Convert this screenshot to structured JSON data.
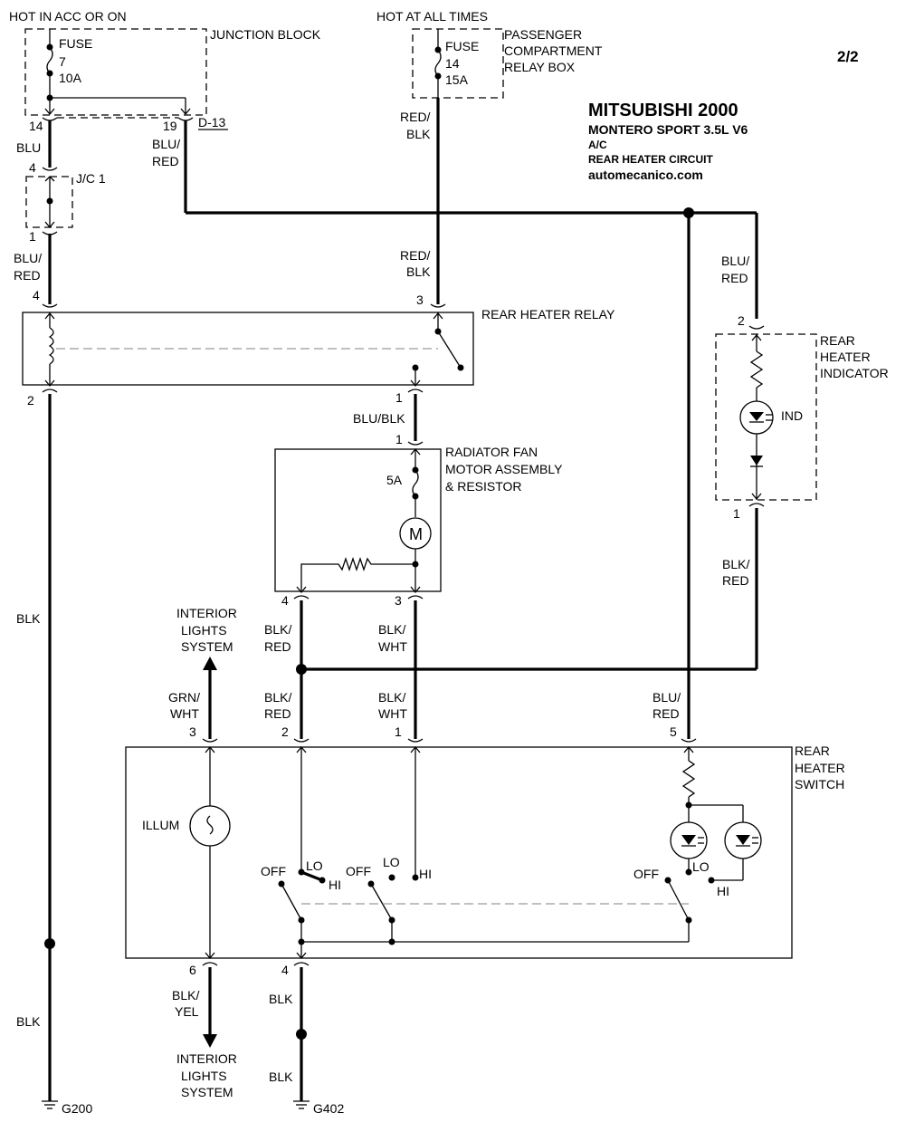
{
  "page_number": "2/2",
  "header": {
    "make_year": "MITSUBISHI 2000",
    "model": "MONTERO SPORT  3.5L  V6",
    "system": "A/C",
    "circuit": "REAR HEATER CIRCUIT",
    "website": "automecanico.com"
  },
  "power": {
    "acc_label": "HOT IN ACC OR ON",
    "always_label": "HOT AT ALL TIMES"
  },
  "junction_block": {
    "name": "JUNCTION BLOCK",
    "fuse_word": "FUSE",
    "fuse_number": "7",
    "fuse_rating": "10A",
    "pin_left": "14",
    "pin_right": "19",
    "connector": "D-13"
  },
  "relay_box": {
    "name_line1": "PASSENGER",
    "name_line2": "COMPARTMENT",
    "name_line3": "RELAY BOX",
    "fuse_word": "FUSE",
    "fuse_number": "14",
    "fuse_rating": "15A"
  },
  "jc1": {
    "name": "J/C 1",
    "pin_top": "4",
    "pin_bottom": "1"
  },
  "rear_heater_relay": {
    "name": "REAR HEATER RELAY",
    "pin_coil_in": "4",
    "pin_switch_in": "3",
    "pin_coil_out": "2",
    "pin_switch_out": "1"
  },
  "radiator_fan": {
    "name_line1": "RADIATOR FAN",
    "name_line2": "MOTOR ASSEMBLY",
    "name_line3": "& RESISTOR",
    "fuse_rating": "5A",
    "motor_symbol": "M",
    "pin_in": "1",
    "pin_left": "4",
    "pin_right": "3"
  },
  "rear_heater_indicator": {
    "name_line1": "REAR",
    "name_line2": "HEATER",
    "name_line3": "INDICATOR",
    "lamp_label": "IND",
    "pin_top": "2",
    "pin_bottom": "1"
  },
  "rear_heater_switch": {
    "name_line1": "REAR",
    "name_line2": "HEATER",
    "name_line3": "SWITCH",
    "illum_label": "ILLUM",
    "pin_3": "3",
    "pin_2": "2",
    "pin_1": "1",
    "pin_5": "5",
    "pin_6": "6",
    "pin_4": "4",
    "off": "OFF",
    "lo": "LO",
    "hi": "HI"
  },
  "interior_lights": {
    "line1": "INTERIOR",
    "line2": "LIGHTS",
    "line3": "SYSTEM"
  },
  "wires": {
    "blu": "BLU",
    "blu_red_a": "BLU/",
    "blu_red_b": "RED",
    "red_blk_a": "RED/",
    "red_blk_b": "BLK",
    "blu_blk": "BLU/BLK",
    "blk": "BLK",
    "blk_red_a": "BLK/",
    "blk_red_b": "RED",
    "blk_wht_a": "BLK/",
    "blk_wht_b": "WHT",
    "grn_wht_a": "GRN/",
    "grn_wht_b": "WHT",
    "blk_yel_a": "BLK/",
    "blk_yel_b": "YEL"
  },
  "grounds": {
    "left": "G200",
    "right": "G402"
  }
}
